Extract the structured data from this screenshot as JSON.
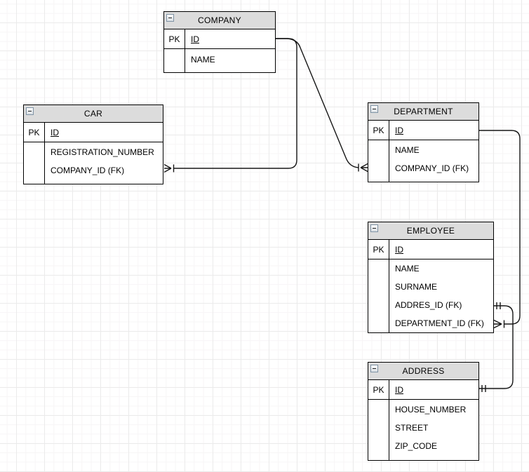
{
  "diagram": {
    "entities": [
      {
        "name": "COMPANY",
        "pk_label": "PK",
        "pk": "ID",
        "attrs": [
          "NAME"
        ]
      },
      {
        "name": "CAR",
        "pk_label": "PK",
        "pk": "ID",
        "attrs": [
          "REGISTRATION_NUMBER",
          "COMPANY_ID (FK)"
        ]
      },
      {
        "name": "DEPARTMENT",
        "pk_label": "PK",
        "pk": "ID",
        "attrs": [
          "NAME",
          "COMPANY_ID (FK)"
        ]
      },
      {
        "name": "EMPLOYEE",
        "pk_label": "PK",
        "pk": "ID",
        "attrs": [
          "NAME",
          "SURNAME",
          "ADDRES_ID (FK)",
          "DEPARTMENT_ID (FK)"
        ]
      },
      {
        "name": "ADDRESS",
        "pk_label": "PK",
        "pk": "ID",
        "attrs": [
          "HOUSE_NUMBER",
          "STREET",
          "ZIP_CODE"
        ]
      }
    ],
    "relationships": [
      {
        "from": "COMPANY.ID",
        "to": "CAR.COMPANY_ID (FK)",
        "type": "one-to-many"
      },
      {
        "from": "COMPANY.ID",
        "to": "DEPARTMENT.COMPANY_ID (FK)",
        "type": "one-to-many"
      },
      {
        "from": "DEPARTMENT.ID",
        "to": "EMPLOYEE.DEPARTMENT_ID (FK)",
        "type": "one-to-many"
      },
      {
        "from": "ADDRESS.ID",
        "to": "EMPLOYEE.ADDRES_ID (FK)",
        "type": "one-to-one"
      }
    ],
    "colors": {
      "header_bg": "#dcdcdc",
      "entity_border": "#000000",
      "relationship_line": "#161616",
      "grid_major": "#ebebeb",
      "grid_minor": "#f7f5f6",
      "canvas_bg": "#ffffff"
    }
  }
}
